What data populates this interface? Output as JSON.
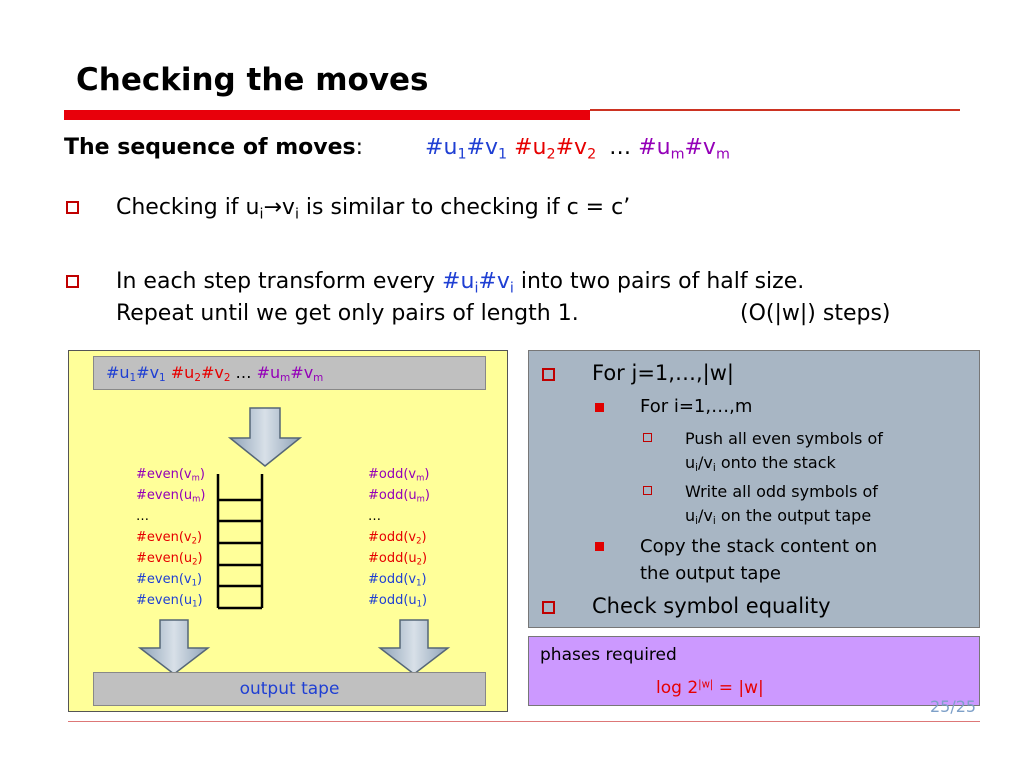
{
  "slide": {
    "title": "Checking the moves",
    "sequence_label": "The sequence of moves",
    "sequence_colon": ":",
    "bullets": {
      "b1_pre": "Checking if u",
      "b1_sub1": "i",
      "b1_arrow": "→",
      "b1_v": "v",
      "b1_sub2": "i",
      "b1_post": " is similar to checking if c = c’",
      "b2_pre": "In each step transform  every ",
      "b2_u": "#u",
      "b2_sub1": "i",
      "b2_v": "#v",
      "b2_sub2": "i",
      "b2_post": " into two pairs of half size.",
      "b3_line": "Repeat until we get only pairs of length 1.",
      "b3_steps": "(O(|w|) steps)"
    },
    "seq": {
      "u": "#u",
      "v": "#v",
      "s1": "1",
      "s2": "2",
      "sm": "m",
      "ellipsis": "…"
    },
    "diagram": {
      "output_tape": "output tape",
      "even_prefix": "#even(",
      "odd_prefix": "#odd(",
      "close": ")",
      "ellipsis": "…"
    },
    "algorithm": {
      "for_j": "For j=1,…,|w|",
      "for_i": "For i=1,…,m",
      "push_line1": "Push all even symbols of",
      "push_u": "u",
      "push_sub1": "i",
      "push_slash": "/v",
      "push_sub2": "i",
      "push_post": "  onto the stack",
      "write_line1": "Write all odd symbols of",
      "write_u": "u",
      "write_sub1": "i",
      "write_slash": "/v",
      "write_sub2": "i",
      "write_post": " on the output tape",
      "copy_line1": "Copy the stack content on",
      "copy_line2": "the output tape",
      "check": "Check symbol equality"
    },
    "phases": {
      "label": "phases required",
      "formula_pre": "log 2",
      "formula_sup": "|w|",
      "formula_post": " = |w|"
    },
    "page_number": "25/25"
  },
  "colors": {
    "accent_red": "#e8000b",
    "blue": "#1f3fd3",
    "red": "#e60000",
    "purple": "#9400b8",
    "yellow_panel": "#ffff99",
    "gray_panel": "#a8b6c4",
    "purple_panel": "#cc99ff"
  }
}
